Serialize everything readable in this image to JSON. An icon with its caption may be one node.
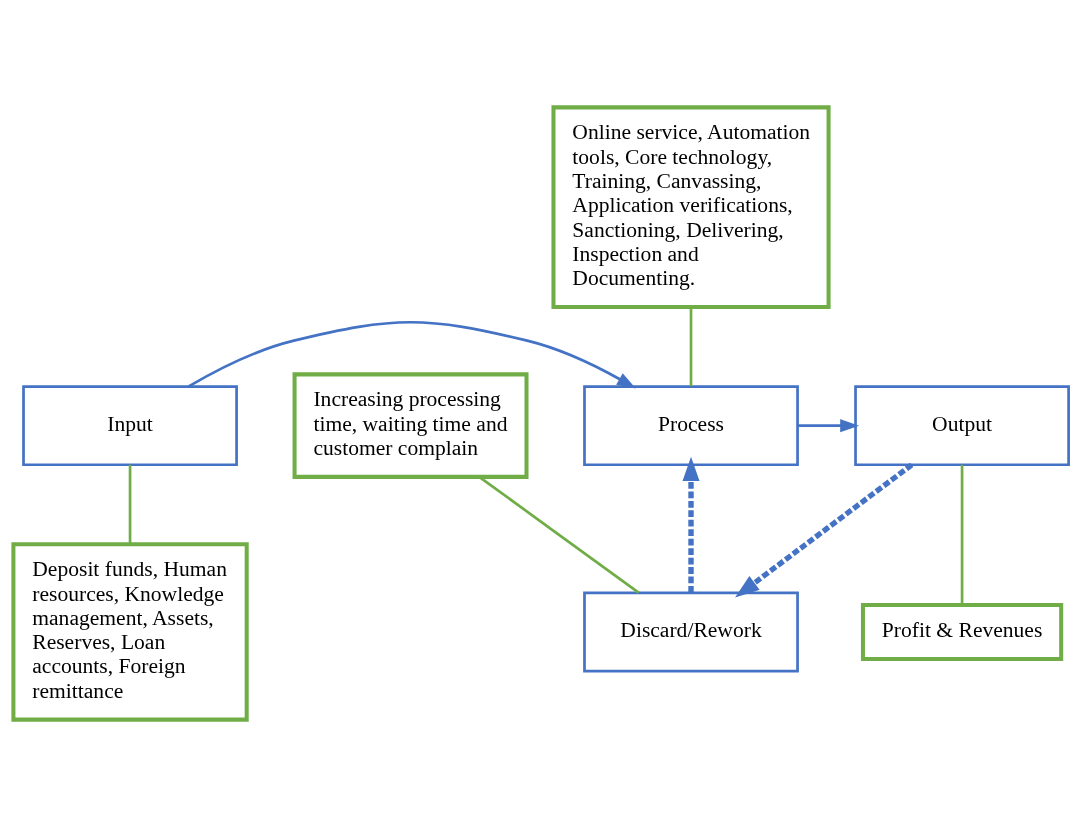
{
  "diagram": {
    "nodes": [
      {
        "text": [
          "Online service, Automation tools, Core technology, Training, Canvassing, Application verifications, Sanctioning, Delivering, Inspection and Documenting."
        ]
      },
      {
        "text": [
          "Input"
        ]
      },
      {
        "text": [
          "Process"
        ]
      },
      {
        "text": [
          "Output"
        ]
      },
      {
        "text": [
          "Discard/Rework"
        ]
      },
      {
        "text": [
          "Deposit funds, Human resources, Knowledge management, Assets, Reserves, Loan accounts, Foreign remittance"
        ]
      },
      {
        "text": [
          "Profit & Revenues"
        ]
      },
      {
        "text": [
          "Increasing processing time, waiting time and customer complain"
        ]
      }
    ],
    "edges": [
      {
        "from": 1,
        "to": 2,
        "arrow": "to"
      },
      {
        "from": 2,
        "to": 3,
        "arrow": "to"
      },
      {
        "from": 3,
        "to": 4,
        "arrow": "to",
        "style": "dashed"
      },
      {
        "from": 4,
        "to": 2,
        "arrow": "to",
        "style": "dashed"
      },
      {
        "from": 0,
        "to": 2,
        "arrow": "none",
        "color": "#70ad47"
      },
      {
        "from": 5,
        "to": 1,
        "arrow": "none",
        "color": "#70ad47"
      },
      {
        "from": 6,
        "to": 3,
        "arrow": "none",
        "color": "#70ad47"
      },
      {
        "from": 7,
        "to": 4,
        "arrow": "none",
        "color": "#70ad47"
      }
    ]
  }
}
